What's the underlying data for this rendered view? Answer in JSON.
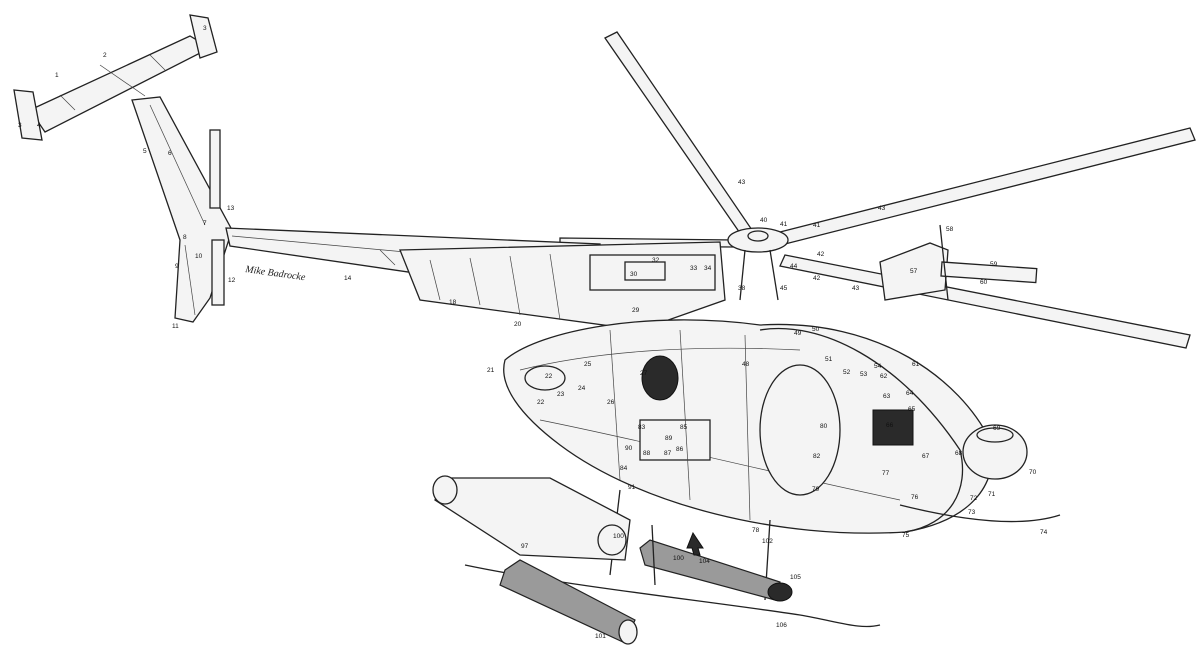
{
  "signature": "Mike Badrocke",
  "colors": {
    "line": "#222222",
    "background": "#ffffff",
    "shade": "#9a9a9a",
    "dark": "#2a2a2a"
  },
  "callouts": [
    "1",
    "2",
    "3",
    "3",
    "4",
    "5",
    "6",
    "7",
    "8",
    "9",
    "10",
    "11",
    "12",
    "13",
    "14",
    "18",
    "20",
    "21",
    "22",
    "22",
    "23",
    "24",
    "25",
    "26",
    "27",
    "29",
    "30",
    "32",
    "33",
    "34",
    "38",
    "40",
    "41",
    "41",
    "42",
    "42",
    "43",
    "43",
    "43",
    "44",
    "45",
    "48",
    "49",
    "50",
    "51",
    "52",
    "53",
    "54",
    "57",
    "58",
    "59",
    "60",
    "61",
    "62",
    "63",
    "64",
    "65",
    "66",
    "67",
    "68",
    "69",
    "70",
    "71",
    "72",
    "73",
    "74",
    "75",
    "76",
    "77",
    "78",
    "79",
    "80",
    "82",
    "83",
    "84",
    "85",
    "86",
    "87",
    "88",
    "89",
    "90",
    "91",
    "97",
    "100",
    "100",
    "101",
    "102",
    "104",
    "105",
    "106"
  ]
}
